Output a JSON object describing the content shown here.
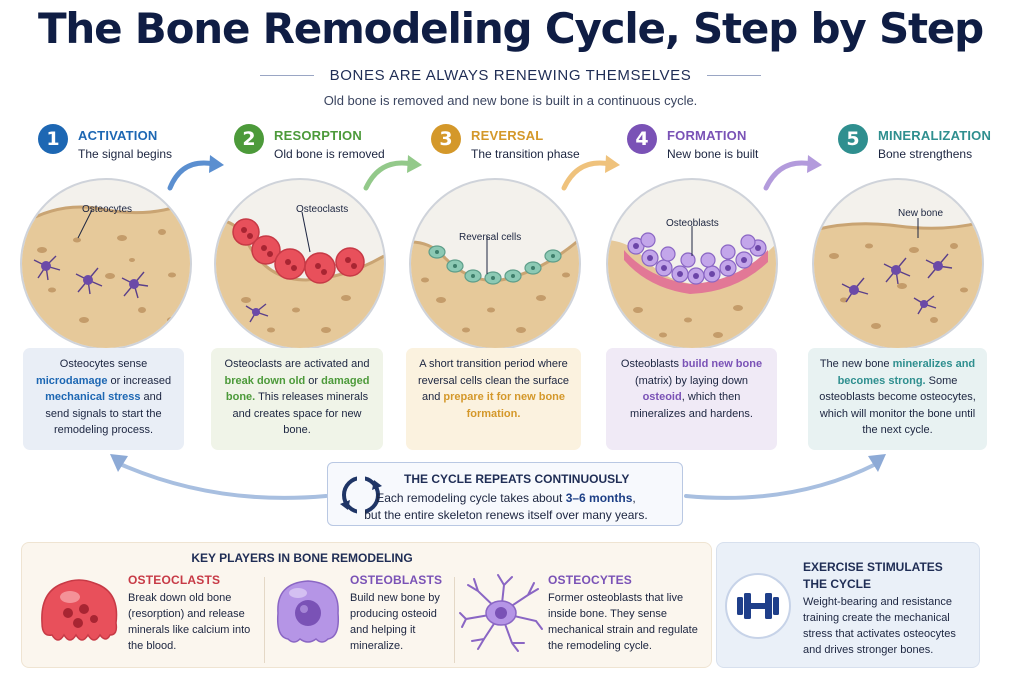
{
  "title": "The Bone Remodeling Cycle, Step by Step",
  "subtitle": "BONES ARE ALWAYS RENEWING THEMSELVES",
  "tagline": "Old bone is removed and new bone is built in a continuous cycle.",
  "colors": {
    "activation": "#1d67b3",
    "resorption": "#4c9a3a",
    "reversal": "#d4982a",
    "formation": "#7a52b6",
    "mineralization": "#2f8f8f",
    "navy": "#0f1d44"
  },
  "steps": [
    {
      "number": "1",
      "name": "ACTIVATION",
      "subtitle": "The signal begins",
      "image_label": "Osteocytes",
      "desc": [
        {
          "t": "Osteocytes sense ",
          "b": false
        },
        {
          "t": "microdamage",
          "b": true
        },
        {
          "t": " or increased ",
          "b": false
        },
        {
          "t": "mechanical stress",
          "b": true
        },
        {
          "t": " and send signals to start the remodeling process.",
          "b": false
        }
      ]
    },
    {
      "number": "2",
      "name": "RESORPTION",
      "subtitle": "Old bone is removed",
      "image_label": "Osteoclasts",
      "desc": [
        {
          "t": "Osteoclasts are activated and ",
          "b": false
        },
        {
          "t": "break down old",
          "b": true
        },
        {
          "t": " or ",
          "b": false
        },
        {
          "t": "damaged bone.",
          "b": true
        },
        {
          "t": " This releases minerals and creates space for new bone.",
          "b": false
        }
      ]
    },
    {
      "number": "3",
      "name": "REVERSAL",
      "subtitle": "The transition phase",
      "image_label": "Reversal cells",
      "desc": [
        {
          "t": "A short transition period where reversal cells clean the surface and ",
          "b": false
        },
        {
          "t": "prepare it for new bone formation.",
          "b": true
        }
      ]
    },
    {
      "number": "4",
      "name": "FORMATION",
      "subtitle": "New bone is built",
      "image_label": "Osteoblasts",
      "desc": [
        {
          "t": "Osteoblasts ",
          "b": false
        },
        {
          "t": "build new bone",
          "b": true
        },
        {
          "t": " (matrix) by laying down ",
          "b": false
        },
        {
          "t": "osteoid",
          "b": true
        },
        {
          "t": ", which then mineralizes and hardens.",
          "b": false
        }
      ]
    },
    {
      "number": "5",
      "name": "MINERALIZATION",
      "subtitle": "Bone strengthens",
      "image_label": "New bone",
      "desc": [
        {
          "t": "The new bone ",
          "b": false
        },
        {
          "t": "mineralizes and becomes strong.",
          "b": true
        },
        {
          "t": " Some osteoblasts become osteocytes, which will monitor the bone until the next cycle.",
          "b": false
        }
      ]
    }
  ],
  "cycle": {
    "title": "THE CYCLE REPEATS CONTINUOUSLY",
    "line1_prefix": "Each remodeling cycle takes about ",
    "line1_bold": "3–6 months",
    "line1_suffix": ",",
    "line2": "but the entire skeleton renews itself over many years."
  },
  "key_players": {
    "title": "KEY PLAYERS IN BONE REMODELING",
    "items": [
      {
        "name": "OSTEOCLASTS",
        "desc": "Break down old bone (resorption) and release minerals like calcium into the blood."
      },
      {
        "name": "OSTEOBLASTS",
        "desc": "Build new bone by producing osteoid and helping it mineralize."
      },
      {
        "name": "OSTEOCYTES",
        "desc": "Former osteoblasts that live inside bone. They sense mechanical strain and regulate the remodeling cycle."
      }
    ]
  },
  "exercise": {
    "title_line1": "EXERCISE STIMULATES",
    "title_line2": "THE CYCLE",
    "desc": "Weight-bearing and resistance training create the mechanical stress that activates osteocytes and drives stronger bones."
  }
}
